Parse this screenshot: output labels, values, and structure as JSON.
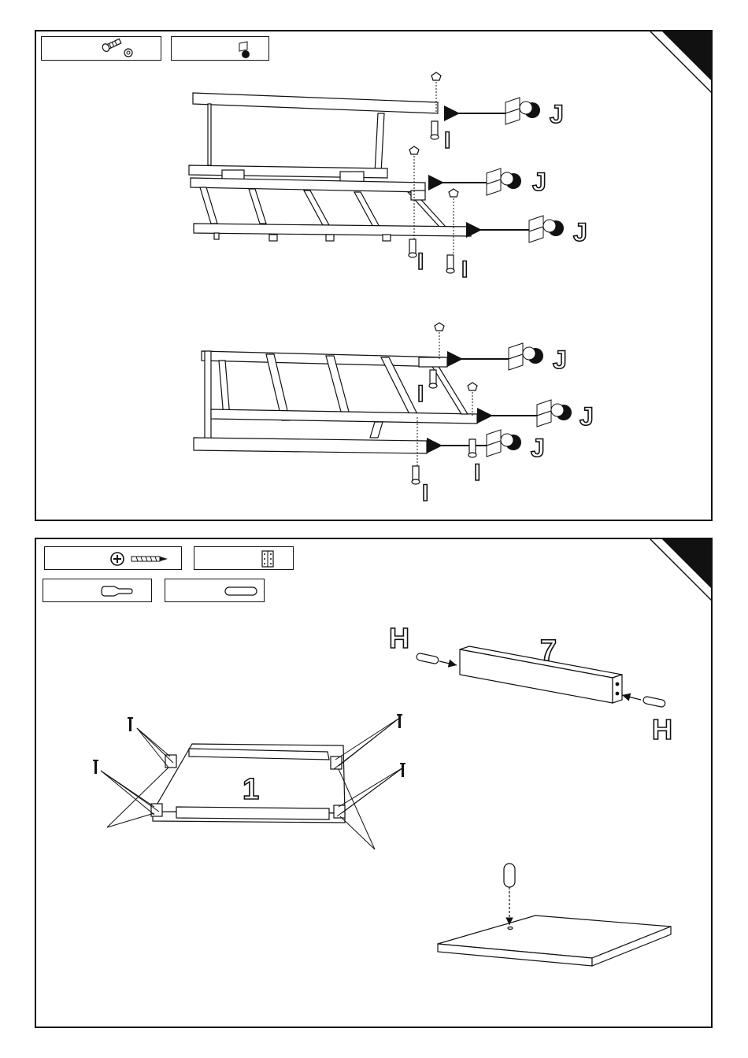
{
  "step1": {
    "part_letters": [
      "J",
      "J",
      "J",
      "J",
      "J",
      "J"
    ],
    "bolt_letters": [
      "I",
      "I",
      "I",
      "I",
      "I",
      "I"
    ]
  },
  "step2": {
    "board_top": "7",
    "board_base": "1",
    "dowel_letters": [
      "H",
      "H"
    ]
  }
}
